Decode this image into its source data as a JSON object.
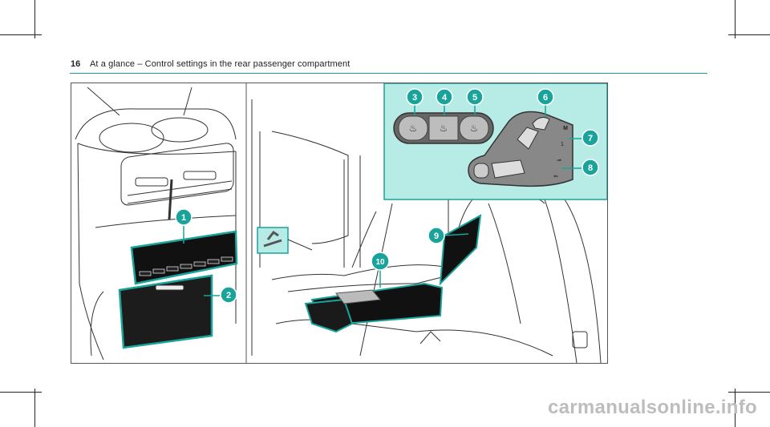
{
  "header": {
    "page_number": "16",
    "title": "At a glance – Control settings in the rear passenger compartment"
  },
  "callouts": [
    "1",
    "2",
    "3",
    "4",
    "5",
    "6",
    "7",
    "8",
    "9",
    "10"
  ],
  "icons": {
    "seat_heat_buttons": [
      "seat-heating-icon",
      "seat-ventilation-icon",
      "seat-climate-icon"
    ],
    "memory_labels": [
      "M",
      "1",
      "⇒",
      "⇐"
    ]
  },
  "colors": {
    "accent": "#1a9e96",
    "callout_fill": "#1aa39a",
    "highlight_panel": "#b7ebe6"
  },
  "watermark": "carmanualsonline.info"
}
